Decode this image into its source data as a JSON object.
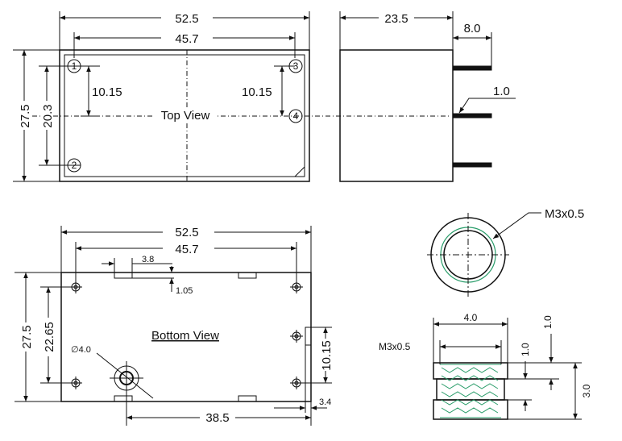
{
  "top_view": {
    "title": "Top View",
    "dim_overall_width": "52.5",
    "dim_pin_span": "45.7",
    "dim_overall_height": "27.5",
    "dim_pin_height": "20.3",
    "dim_left_pin_offset": "10.15",
    "dim_right_pin_offset": "10.15",
    "pins": [
      "1",
      "2",
      "3",
      "4"
    ]
  },
  "side_view": {
    "dim_body_width": "23.5",
    "dim_pin_length": "8.0",
    "dim_pin_dia": "1.0"
  },
  "bottom_view": {
    "title": "Bottom View",
    "dim_overall_width": "52.5",
    "dim_pin_span": "45.7",
    "dim_overall_height": "27.5",
    "dim_hole_height": "22.65",
    "dim_right_pin_span": "10.15",
    "dim_hole_dia": "∅4.0",
    "dim_slot_width": "3.8",
    "dim_slot_depth": "1.05",
    "dim_hole_to_edge": "38.5",
    "dim_edge_offset": "3.4"
  },
  "insert_top": {
    "thread_label": "M3x0.5"
  },
  "insert_side": {
    "dim_width": "4.0",
    "thread_label": "M3x0.5",
    "dim_top_gap": "1.0",
    "dim_mid_gap": "1.0",
    "dim_height": "3.0"
  },
  "colors": {
    "line": "#111111",
    "thread": "#2a9d6a",
    "background": "#ffffff"
  }
}
